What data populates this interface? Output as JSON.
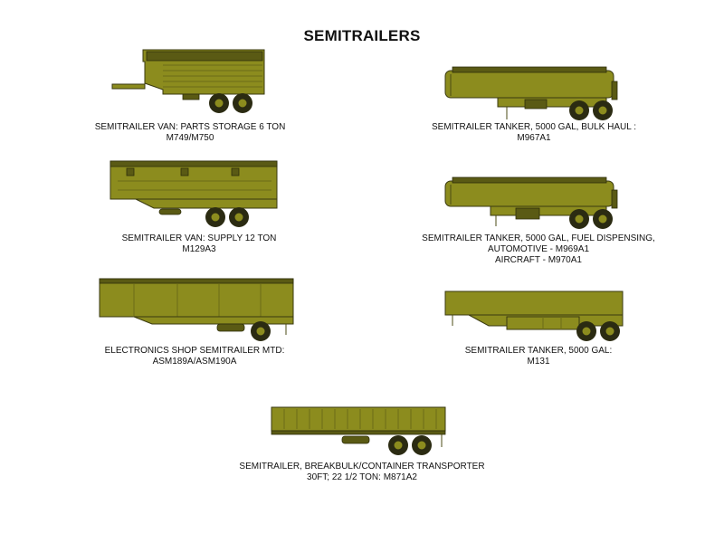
{
  "page": {
    "title": "SEMITRAILERS"
  },
  "colors": {
    "olive": "#8c8c1e",
    "dark_olive": "#5a5a14",
    "tire": "#2b2b12"
  },
  "vehicles": [
    {
      "id": "m749",
      "caption": "SEMITRAILER VAN: PARTS STORAGE 6 TON\nM749/M750"
    },
    {
      "id": "m967",
      "caption": "SEMITRAILER TANKER, 5000 GAL, BULK HAUL :\nM967A1"
    },
    {
      "id": "m129",
      "caption": "SEMITRAILER VAN: SUPPLY 12 TON\nM129A3"
    },
    {
      "id": "m969",
      "caption": "SEMITRAILER TANKER, 5000 GAL, FUEL DISPENSING,\nAUTOMOTIVE  - M969A1\nAIRCRAFT - M970A1"
    },
    {
      "id": "asm189",
      "caption": "ELECTRONICS SHOP SEMITRAILER MTD:\nASM189A/ASM190A"
    },
    {
      "id": "m131",
      "caption": "SEMITRAILER TANKER, 5000 GAL:\nM131"
    },
    {
      "id": "m871",
      "caption": "SEMITRAILER, BREAKBULK/CONTAINER TRANSPORTER\n30FT; 22 1/2 TON:   M871A2"
    }
  ]
}
